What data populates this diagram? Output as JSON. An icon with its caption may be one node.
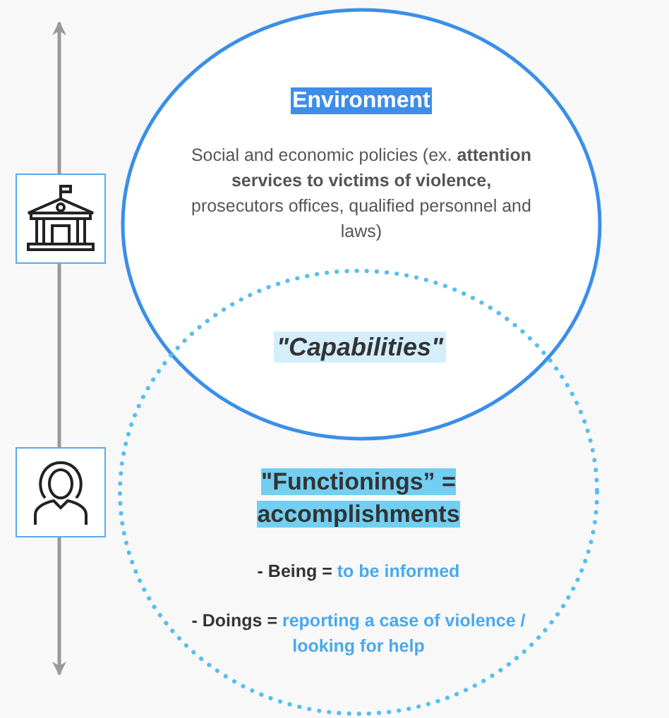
{
  "diagram": {
    "nodes": [
      {
        "text": [
          "Environment",
          "Social and economic policies (ex. **attention services to victims of violence,** prosecutors offices, qualified personnel and laws)"
        ]
      },
      {
        "text": [
          "\"Functionings” = accomplishments",
          "- Being = to be informed",
          "- Doings = reporting a case of violence / looking for help"
        ]
      }
    ],
    "edges": [],
    "labels": [
      "\"Capabilities\""
    ]
  }
}
